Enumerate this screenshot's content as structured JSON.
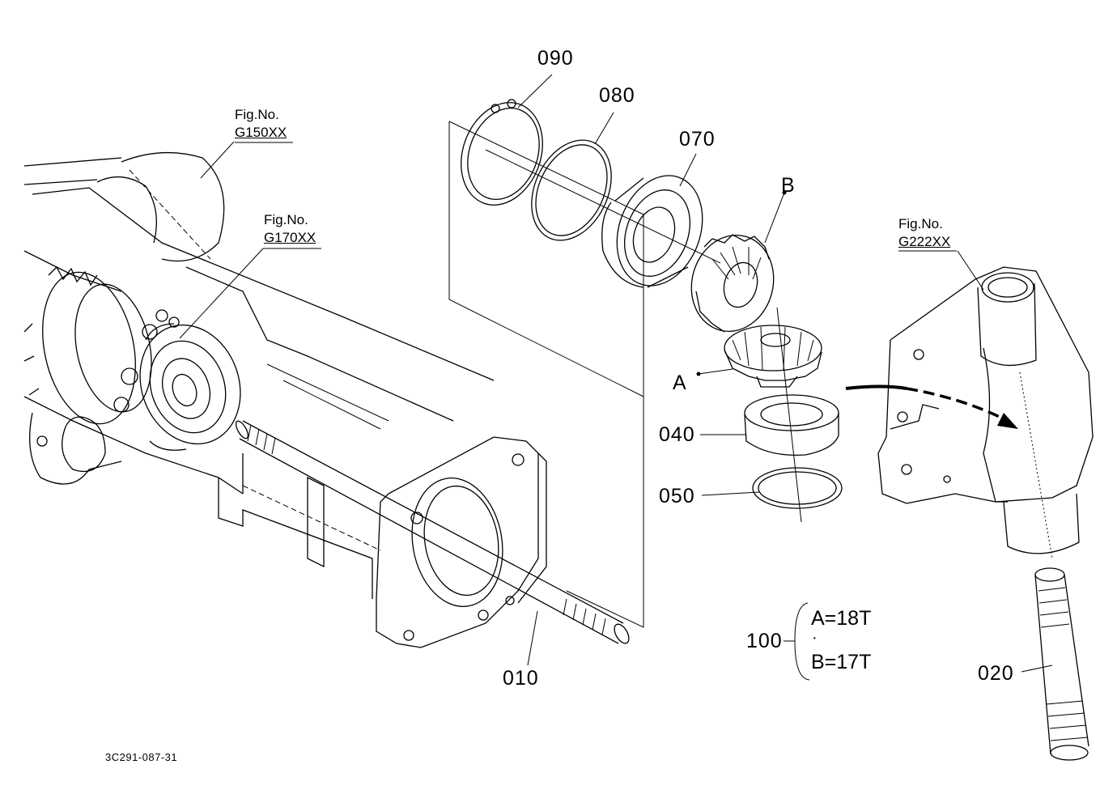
{
  "parts": {
    "p090": "090",
    "p080": "080",
    "p070": "070",
    "p040": "040",
    "p050": "050",
    "p010": "010",
    "p020": "020",
    "p100": "100"
  },
  "gear_marks": {
    "a": "A",
    "b": "B"
  },
  "fig_refs": [
    {
      "title": "Fig.No.",
      "ref": "G150XX"
    },
    {
      "title": "Fig.No.",
      "ref": "G170XX"
    },
    {
      "title": "Fig.No.",
      "ref": "G222XX"
    }
  ],
  "kit_note": {
    "line_a": "A=18T",
    "separator": "·",
    "line_b": "B=17T"
  },
  "drawing_code": "3C291-087-31"
}
